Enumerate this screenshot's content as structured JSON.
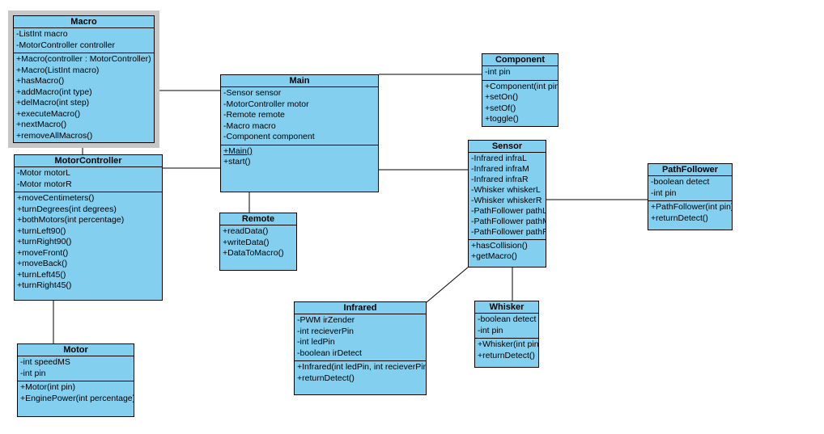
{
  "colors": {
    "box_fill": "#83cff0",
    "box_border": "#000000",
    "selection_frame": "#c6c6c6",
    "canvas_background": "#ffffff",
    "connector": "#000000"
  },
  "classes": {
    "macro": {
      "title": "Macro",
      "attributes": [
        "-ListInt macro",
        "-MotorController controller"
      ],
      "methods": [
        "+Macro(controller : MotorController)",
        "+Macro(ListInt macro)",
        "+hasMacro()",
        "+addMacro(int type)",
        "+delMacro(int step)",
        "+executeMacro()",
        "+nextMacro()",
        "+removeAllMacros()"
      ]
    },
    "motorcontroller": {
      "title": "MotorController",
      "attributes": [
        "-Motor motorL",
        "-Motor motorR"
      ],
      "methods": [
        "+moveCentimeters()",
        "+turnDegrees(int degrees)",
        "+bothMotors(int percentage)",
        "+turnLeft90()",
        "+turnRight90()",
        "+moveFront()",
        "+moveBack()",
        "+turnLeft45()",
        "+turnRight45()"
      ]
    },
    "motor": {
      "title": "Motor",
      "attributes": [
        "-int speedMS",
        "-int pin"
      ],
      "methods": [
        "+Motor(int pin)",
        "+EnginePower(int percentage)"
      ]
    },
    "main": {
      "title": "Main",
      "attributes": [
        "-Sensor sensor",
        "-MotorController motor",
        "-Remote remote",
        "-Macro macro",
        "-Component component"
      ],
      "methods": [
        {
          "text": "+Main()",
          "underline": true
        },
        "+start()"
      ]
    },
    "remote": {
      "title": "Remote",
      "attributes": [],
      "methods": [
        "+readData()",
        "+writeData()",
        "+DataToMacro()"
      ]
    },
    "component": {
      "title": "Component",
      "attributes": [
        "-int pin"
      ],
      "methods": [
        "+Component(int pin)",
        "+setOn()",
        "+setOf()",
        "+toggle()"
      ]
    },
    "sensor": {
      "title": "Sensor",
      "attributes": [
        "-Infrared infraL",
        "-Infrared infraM",
        "-Infrared infraR",
        "-Whisker whiskerL",
        "-Whisker whiskerR",
        "-PathFollower pathL",
        "-PathFollower pathM",
        "-PathFollower pathR"
      ],
      "methods": [
        "+hasCollision()",
        "+getMacro()"
      ]
    },
    "pathfollower": {
      "title": "PathFollower",
      "attributes": [
        "-boolean detect",
        "-int pin"
      ],
      "methods": [
        "+PathFollower(int pin)",
        "+returnDetect()"
      ]
    },
    "infrared": {
      "title": "Infrared",
      "attributes": [
        "-PWM irZender",
        "-int recieverPin",
        "-int ledPin",
        "-boolean irDetect"
      ],
      "methods": [
        "+Infrared(int ledPin, int recieverPin)",
        "+returnDetect()"
      ]
    },
    "whisker": {
      "title": "Whisker",
      "attributes": [
        "-boolean detect",
        "-int pin"
      ],
      "methods": [
        "+Whisker(int pin)",
        "+returnDetect()"
      ]
    }
  }
}
